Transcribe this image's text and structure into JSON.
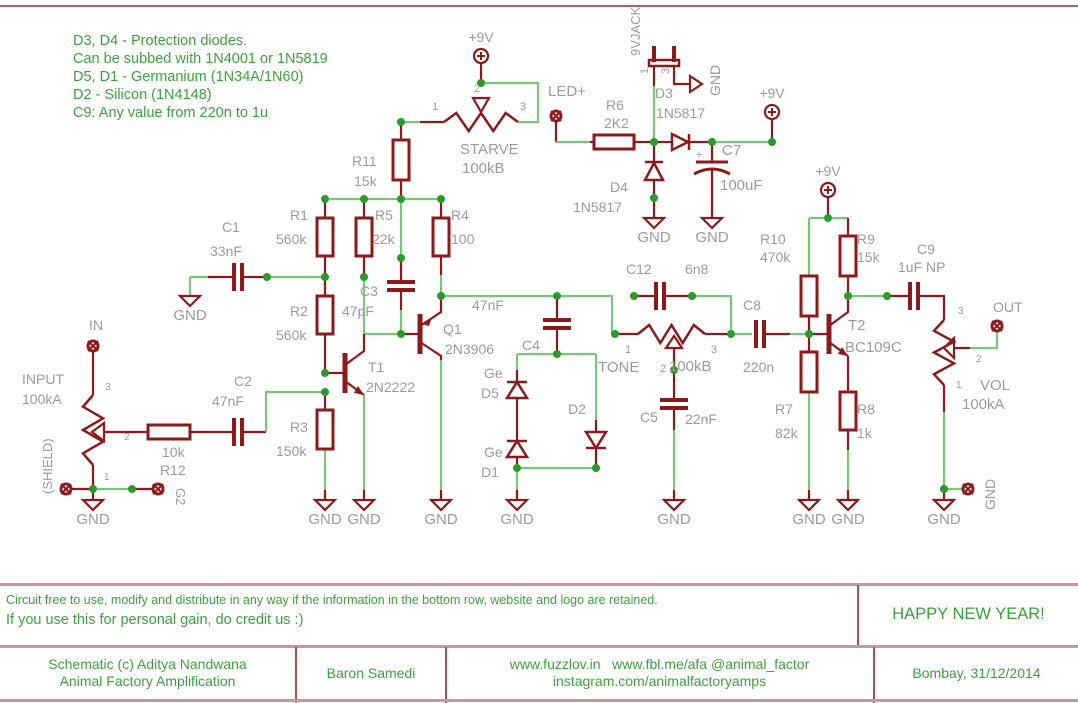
{
  "notes": [
    "D3, D4 - Protection diodes.",
    "Can be subbed with 1N4001 or 1N5819",
    "D5, D1 - Germanium (1N34A/1N60)",
    "D2 - Silicon (1N4148)",
    "C9: Any value from 220n to 1u"
  ],
  "colors": {
    "part": "#8b1a1a",
    "wire": "#7cc47c",
    "junction": "#2a9a2a",
    "label": "#9a9a9a",
    "note": "#3aa13a",
    "frame": "#b06060"
  },
  "labels": {
    "supply": "+9V",
    "gnd": "GND",
    "starve_pot": {
      "name": "STARVE",
      "value": "100kB",
      "pin1": "1",
      "pin2": "2",
      "pin3": "3"
    },
    "jack": {
      "name": "9VJACK",
      "pin1": "1",
      "pin3": "3"
    },
    "led": "LED+",
    "r6": {
      "name": "R6",
      "value": "2K2"
    },
    "d3": {
      "name": "D3",
      "value": "1N5817"
    },
    "d4": {
      "name": "D4",
      "value": "1N5817"
    },
    "c7": {
      "name": "C7",
      "value": "100uF"
    },
    "r11": {
      "name": "R11",
      "value": "15k"
    },
    "r1": {
      "name": "R1",
      "value": "560k"
    },
    "r5": {
      "name": "R5",
      "value": "22k"
    },
    "r4": {
      "name": "R4",
      "value": "100"
    },
    "c1": {
      "name": "C1",
      "value": "33nF"
    },
    "c3": {
      "name": "C3",
      "value": "47pF"
    },
    "q1": {
      "name": "Q1",
      "value": "2N3906"
    },
    "r2": {
      "name": "R2",
      "value": "560k"
    },
    "t1": {
      "name": "T1",
      "value": "2N2222"
    },
    "c2": {
      "name": "C2",
      "value": "47nF"
    },
    "r3": {
      "name": "R3",
      "value": "150k"
    },
    "in": "IN",
    "input_pot": {
      "name": "INPUT",
      "value": "100kA",
      "pin1": "1",
      "pin2": "2",
      "pin3": "3"
    },
    "shield": "(SHIELD)",
    "r12": {
      "name": "R12",
      "value": "10k",
      "g2": "G2"
    },
    "c4": {
      "name": "C4",
      "value": "47nF"
    },
    "d5": {
      "name": "D5",
      "type": "Ge"
    },
    "d1": {
      "name": "D1",
      "type": "Ge"
    },
    "d2": {
      "name": "D2"
    },
    "c12": {
      "name": "C12",
      "value": "6n8"
    },
    "tone_pot": {
      "name": "TONE",
      "value": "100kB",
      "pin1": "1",
      "pin2": "2",
      "pin3": "3"
    },
    "c5": {
      "name": "C5",
      "value": "22nF"
    },
    "c8": {
      "name": "C8",
      "value": "220n"
    },
    "r10": {
      "name": "R10",
      "value": "470k"
    },
    "r7": {
      "name": "R7",
      "value": "82k"
    },
    "r9": {
      "name": "R9",
      "value": "15k"
    },
    "t2": {
      "name": "T2",
      "value": "BC109C"
    },
    "r8": {
      "name": "R8",
      "value": "1k"
    },
    "c9": {
      "name": "C9",
      "value": "1uF NP"
    },
    "out": "OUT",
    "vol_pot": {
      "name": "VOL",
      "value": "100kA",
      "pin1": "1",
      "pin2": "2",
      "pin3": "3"
    }
  },
  "footer": {
    "license_line1": "Circuit free to use, modify and distribute in any way if the information in the bottom row, website and logo are retained.",
    "license_line2": "If you use this for personal gain, do credit us :)",
    "greeting": "HAPPY NEW YEAR!",
    "credit_line1": "Schematic (c) Aditya Nandwana",
    "credit_line2": "Animal Factory Amplification",
    "project": "Baron Samedi",
    "links_line1": "www.fuzzlov.in   www.fbl.me/afa @animal_factor",
    "links_line2": "instagram.com/animalfactoryamps",
    "place_date": "Bombay, 31/12/2014"
  }
}
